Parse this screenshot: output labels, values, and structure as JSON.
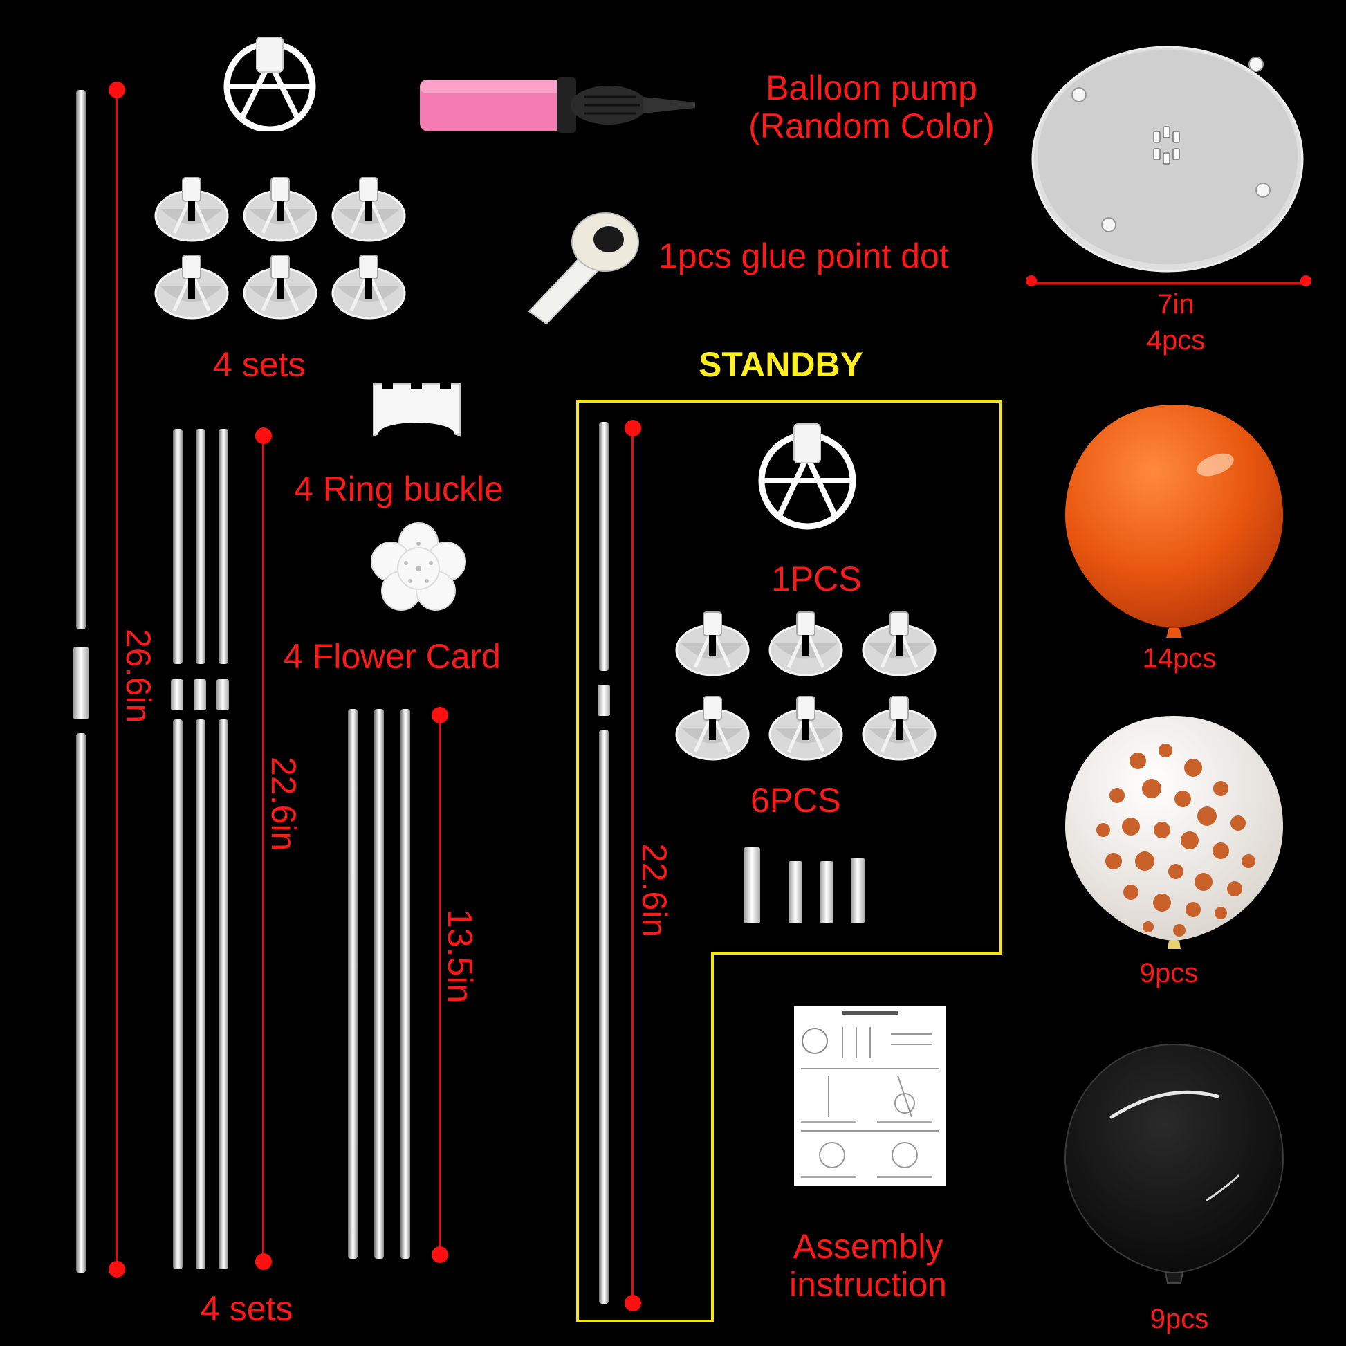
{
  "items": {
    "pump_label": [
      "Balloon pump",
      "(Random Color)"
    ],
    "glue_label": "1pcs glue point dot",
    "base_size": "7in",
    "base_count": "4pcs",
    "cups_sets": "4 sets",
    "ring_buckle": "4 Ring buckle",
    "flower_card": "4 Flower Card",
    "rods_sets": "4 sets",
    "len_long": "26.6in",
    "len_mid": "22.6in",
    "len_short": "13.5in",
    "standby": "STANDBY",
    "standby_holder": "1PCS",
    "standby_cups": "6PCS",
    "standby_len": "22.6in",
    "assembly": [
      "Assembly",
      "instruction"
    ],
    "orange_count": "14pcs",
    "confetti_count": "9pcs",
    "black_count": "9pcs"
  },
  "colors": {
    "label": "#ff1a1a",
    "standby": "#ffee22",
    "orange_balloon": "#e8560f",
    "confetti": "#c9622a",
    "pump": "#f47bb1"
  }
}
